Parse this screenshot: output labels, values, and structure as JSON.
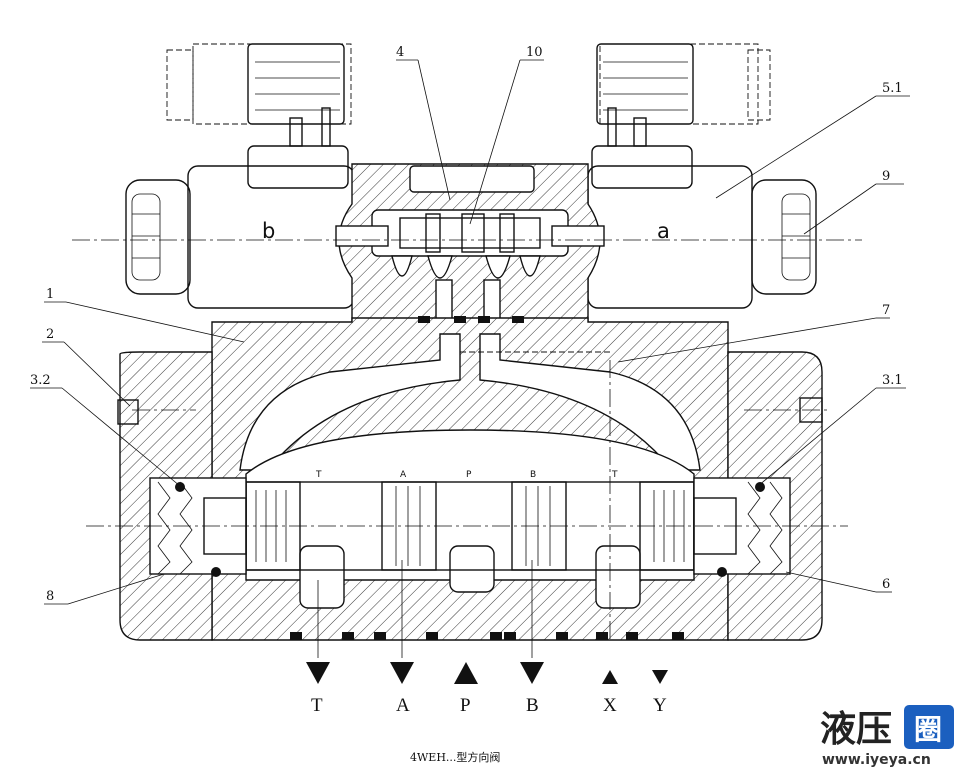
{
  "labels": {
    "l4": "4",
    "l10": "10",
    "l51": "5.1",
    "l9": "9",
    "l1": "1",
    "l2": "2",
    "l32": "3.2",
    "l31": "3.1",
    "l7": "7",
    "l8": "8",
    "l6": "6"
  },
  "sides": {
    "left": "b",
    "right": "a"
  },
  "inner_ports": {
    "t_left": "T",
    "a": "A",
    "p": "P",
    "b": "B",
    "t_right": "T"
  },
  "ports": [
    {
      "label": "T",
      "direction": "down"
    },
    {
      "label": "A",
      "direction": "down"
    },
    {
      "label": "P",
      "direction": "up"
    },
    {
      "label": "B",
      "direction": "down"
    },
    {
      "label": "X",
      "direction": "up"
    },
    {
      "label": "Y",
      "direction": "down"
    }
  ],
  "caption": "4WEH...型方向阀",
  "watermark": {
    "title": "液压圈",
    "url": "www.iyeya.cn",
    "accent": "#1b5fbf"
  }
}
